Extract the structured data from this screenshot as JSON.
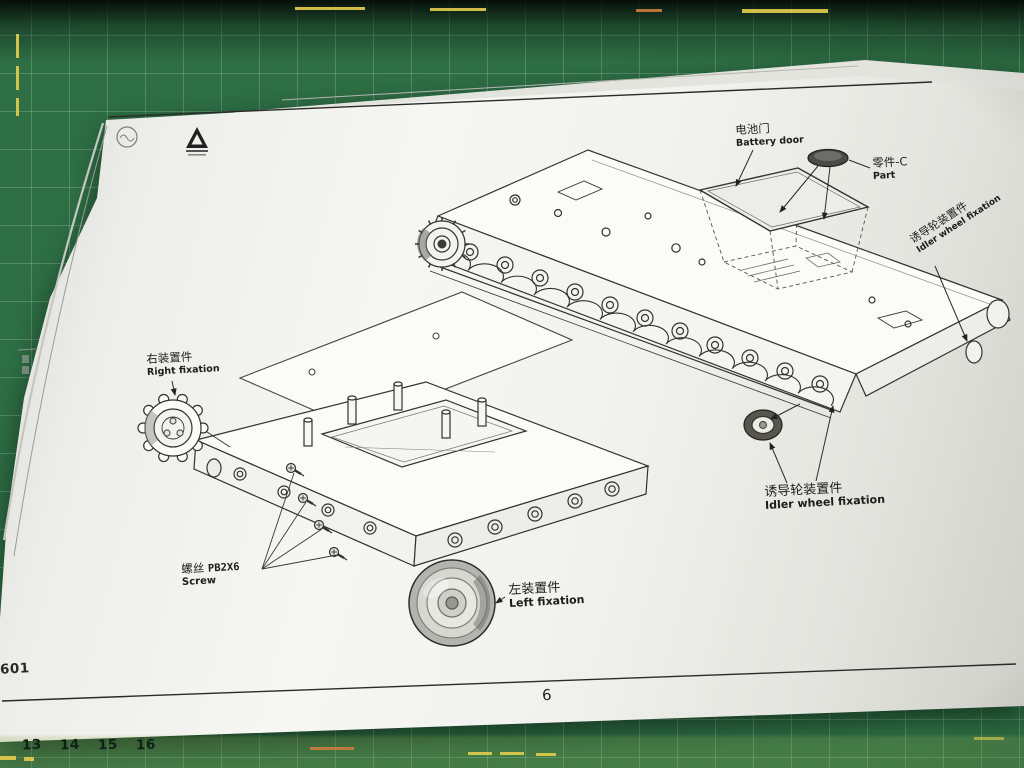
{
  "document": {
    "page_number": "6",
    "kit_code": "601"
  },
  "labels": {
    "battery_door": {
      "cn": "电池门",
      "en": "Battery door"
    },
    "part_c": {
      "cn": "零件-C",
      "en": "Part"
    },
    "idler_edge": {
      "cn": "诱导轮装置件",
      "en": "Idler wheel fixation"
    },
    "idler_mid": {
      "cn": "诱导轮装置件",
      "en": "Idler wheel fixation"
    },
    "right_fixation": {
      "cn": "右装置件",
      "en": "Right fixation"
    },
    "screw": {
      "cn": "螺丝",
      "code": "PB2X6",
      "en": "Screw"
    },
    "left_fixation": {
      "cn": "左装置件",
      "en": "Left fixation"
    }
  },
  "mat": {
    "ruler_numbers": [
      "13",
      "14",
      "15",
      "16"
    ],
    "surface_color": "#2e6f45",
    "grid_color": "#7cab8c",
    "accent_color": "#dfcb4d"
  },
  "icons": {
    "brand_logo": "triangle-A-mark",
    "stamp": "circular-stamp"
  }
}
